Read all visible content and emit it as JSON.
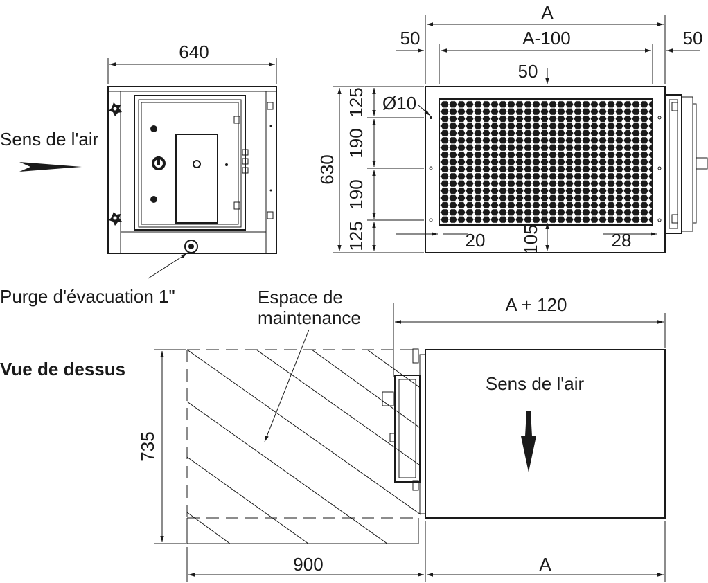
{
  "front_view": {
    "width_dim": "640",
    "air_direction_label": "Sens de l'air",
    "drain_label": "Purge d'évacuation 1\""
  },
  "side_view": {
    "dim_A": "A",
    "dim_A_minus_100": "A-100",
    "dim_left_50": "50",
    "dim_right_50": "50",
    "dim_top_50": "50",
    "hole_dim": "Ø10",
    "dim_height_total": "630",
    "dim_125_top": "125",
    "dim_190_upper": "190",
    "dim_190_lower": "190",
    "dim_125_bottom": "125",
    "dim_20": "20",
    "dim_105": "105",
    "dim_28": "28"
  },
  "top_view": {
    "title": "Vue de dessus",
    "maintenance_label_line1": "Espace de",
    "maintenance_label_line2": "maintenance",
    "dim_A_plus_120": "A + 120",
    "air_direction_label": "Sens de l'air",
    "dim_735": "735",
    "dim_900": "900",
    "dim_A_bottom": "A"
  }
}
